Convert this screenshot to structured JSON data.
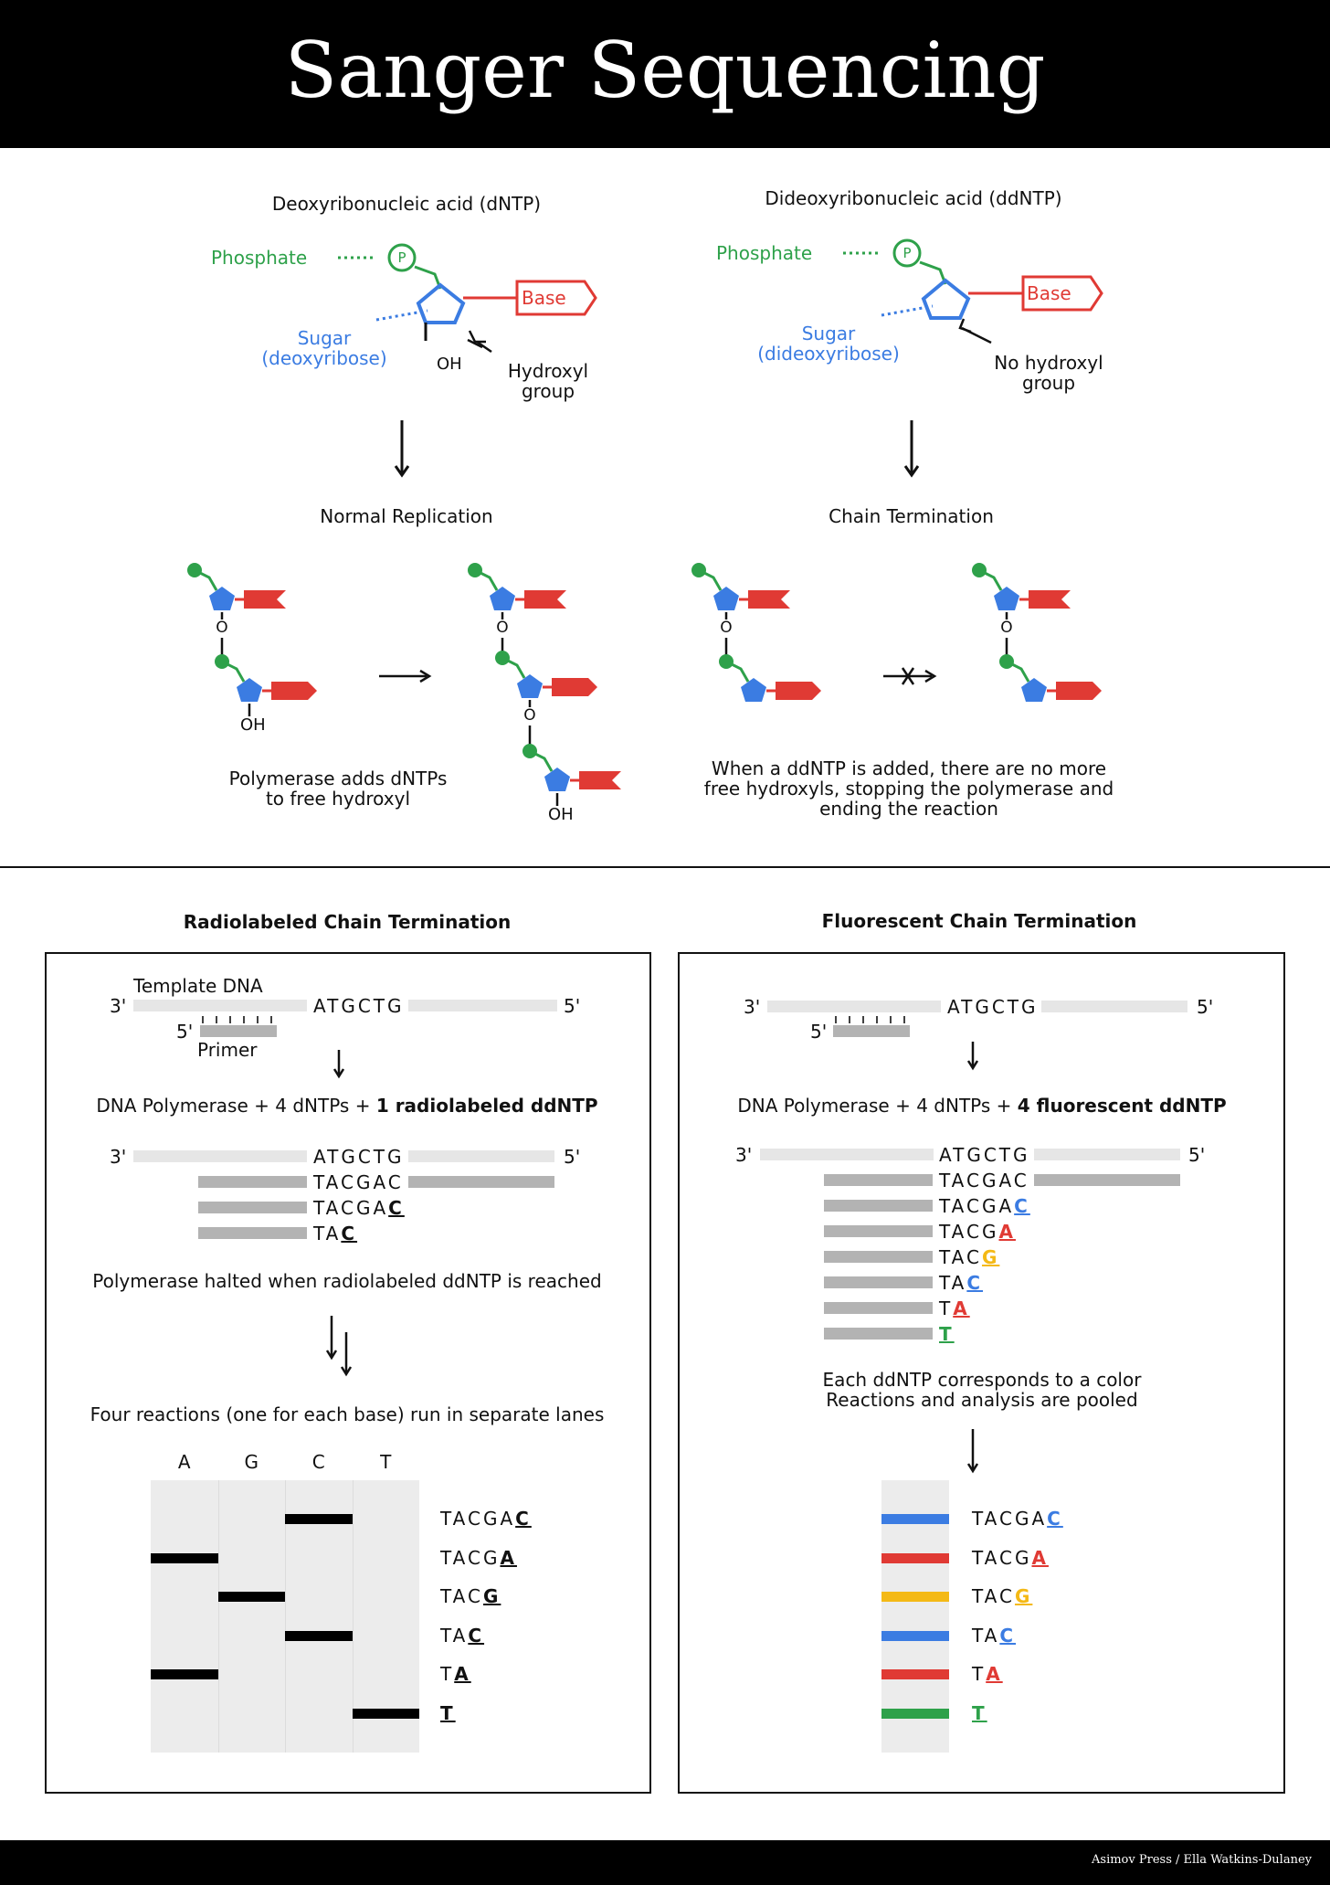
{
  "header": {
    "title": "Sanger Sequencing"
  },
  "top": {
    "dntp": {
      "title": "Deoxyribonucleic acid (dNTP)",
      "phosphate": "Phosphate",
      "p": "P",
      "base": "Base",
      "sugar_1": "Sugar",
      "sugar_2": "(deoxyribose)",
      "oh": "OH",
      "hydroxyl_1": "Hydroxyl",
      "hydroxyl_2": "group"
    },
    "ddntp": {
      "title": "Dideoxyribonucleic acid (ddNTP)",
      "phosphate": "Phosphate",
      "p": "P",
      "base": "Base",
      "sugar_1": "Sugar",
      "sugar_2": "(dideoxyribose)",
      "hydroxyl_1": "No hydroxyl",
      "hydroxyl_2": "group"
    },
    "normal": {
      "title": "Normal Replication",
      "o": "O",
      "oh": "OH",
      "caption_1": "Polymerase adds dNTPs",
      "caption_2": "to free hydroxyl"
    },
    "termination": {
      "title": "Chain Termination",
      "o": "O",
      "caption_1": "When a ddNTP is added, there are no more",
      "caption_2": "free hydroxyls, stopping the polymerase and",
      "caption_3": "ending the reaction"
    }
  },
  "radio": {
    "title": "Radiolabeled Chain Termination",
    "template_label": "Template DNA",
    "primer_label": "Primer",
    "three_prime": "3'",
    "five_prime": "5'",
    "template_seq": "ATGCTG",
    "reagents_prefix": "DNA Polymerase + 4 dNTPs + ",
    "reagents_bold": "1 radiolabeled ddNTP",
    "strands": [
      {
        "seq": "TACGAC",
        "last": ""
      },
      {
        "seq": "TACGA",
        "last": "C"
      },
      {
        "seq": "TA",
        "last": "C"
      }
    ],
    "halted": "Polymerase halted when radiolabeled ddNTP is reached",
    "lanes_caption": "Four reactions (one for each base) run in separate lanes",
    "lanes": [
      "A",
      "G",
      "C",
      "T"
    ],
    "gel": [
      {
        "lane": 2,
        "seq": "TACGA",
        "last": "C"
      },
      {
        "lane": 0,
        "seq": "TACG",
        "last": "A"
      },
      {
        "lane": 1,
        "seq": "TAC",
        "last": "G"
      },
      {
        "lane": 2,
        "seq": "TA",
        "last": "C"
      },
      {
        "lane": 0,
        "seq": "T",
        "last": "A"
      },
      {
        "lane": 3,
        "seq": "",
        "last": "T"
      }
    ]
  },
  "fluor": {
    "title": "Fluorescent Chain Termination",
    "three_prime": "3'",
    "five_prime": "5'",
    "template_seq": "ATGCTG",
    "reagents_prefix": "DNA Polymerase + 4 dNTPs + ",
    "reagents_bold": "4 fluorescent ddNTP",
    "strands": [
      {
        "seq": "TACGAC",
        "last": ""
      },
      {
        "seq": "TACGA",
        "last": "C"
      },
      {
        "seq": "TACG",
        "last": "A"
      },
      {
        "seq": "TAC",
        "last": "G"
      },
      {
        "seq": "TA",
        "last": "C"
      },
      {
        "seq": "T",
        "last": "A"
      },
      {
        "seq": "",
        "last": "T"
      }
    ],
    "caption_1": "Each ddNTP corresponds to a color",
    "caption_2": "Reactions and analysis are pooled",
    "gel": [
      {
        "seq": "TACGA",
        "last": "C"
      },
      {
        "seq": "TACG",
        "last": "A"
      },
      {
        "seq": "TAC",
        "last": "G"
      },
      {
        "seq": "TA",
        "last": "C"
      },
      {
        "seq": "T",
        "last": "A"
      },
      {
        "seq": "",
        "last": "T"
      }
    ]
  },
  "colors": {
    "A": "#e03a34",
    "C": "#3b7ce2",
    "G": "#f4b916",
    "T": "#2ea14a",
    "phosphate": "#2ea14a",
    "sugar": "#3b7ce2",
    "base": "#e03a34"
  },
  "footer": {
    "credit": "Asimov Press / Ella Watkins-Dulaney"
  }
}
